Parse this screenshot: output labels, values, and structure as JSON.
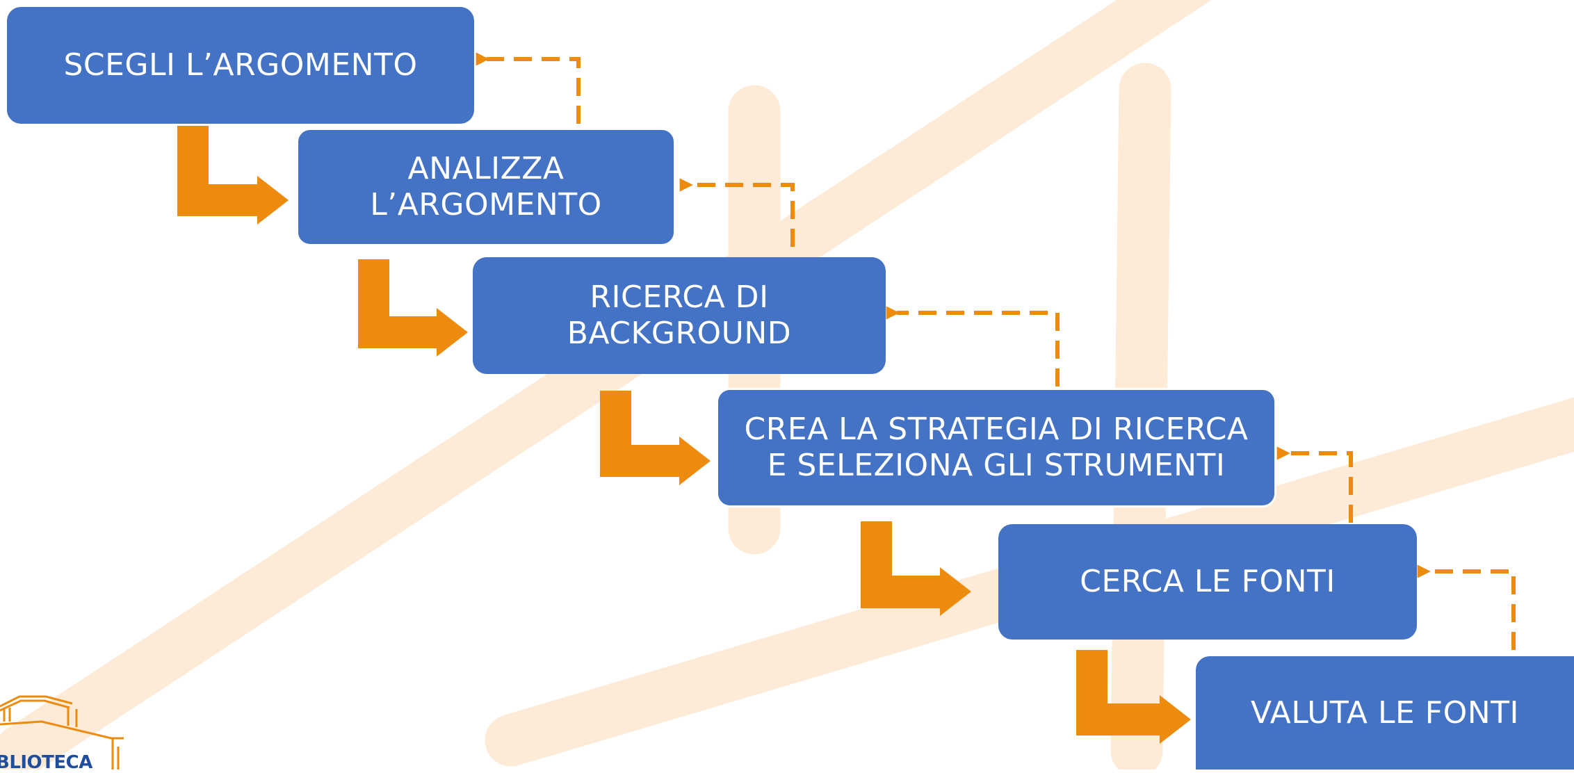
{
  "colors": {
    "box": "#4472C4",
    "box_text": "#FFFFFF",
    "arrow": "#ED8B0E",
    "background_band": "#FDEBD7",
    "logo_text": "#1F4E9D"
  },
  "steps": [
    {
      "id": "scegli",
      "label": "SCEGLI L’ARGOMENTO"
    },
    {
      "id": "analizza",
      "label": "ANALIZZA\nL’ARGOMENTO"
    },
    {
      "id": "ricerca",
      "label": "RICERCA DI\nBACKGROUND"
    },
    {
      "id": "strategia",
      "label": "CREA LA STRATEGIA DI RICERCA\nE SELEZIONA GLI STRUMENTI"
    },
    {
      "id": "cerca",
      "label": "CERCA LE FONTI"
    },
    {
      "id": "valuta",
      "label": "VALUTA LE FONTI"
    }
  ],
  "connectors": {
    "forward": "solid-elbow-arrow",
    "feedback": "dashed-return-arrow"
  },
  "logo": {
    "icon": "library-building-icon",
    "text": "BLIOTECA"
  }
}
